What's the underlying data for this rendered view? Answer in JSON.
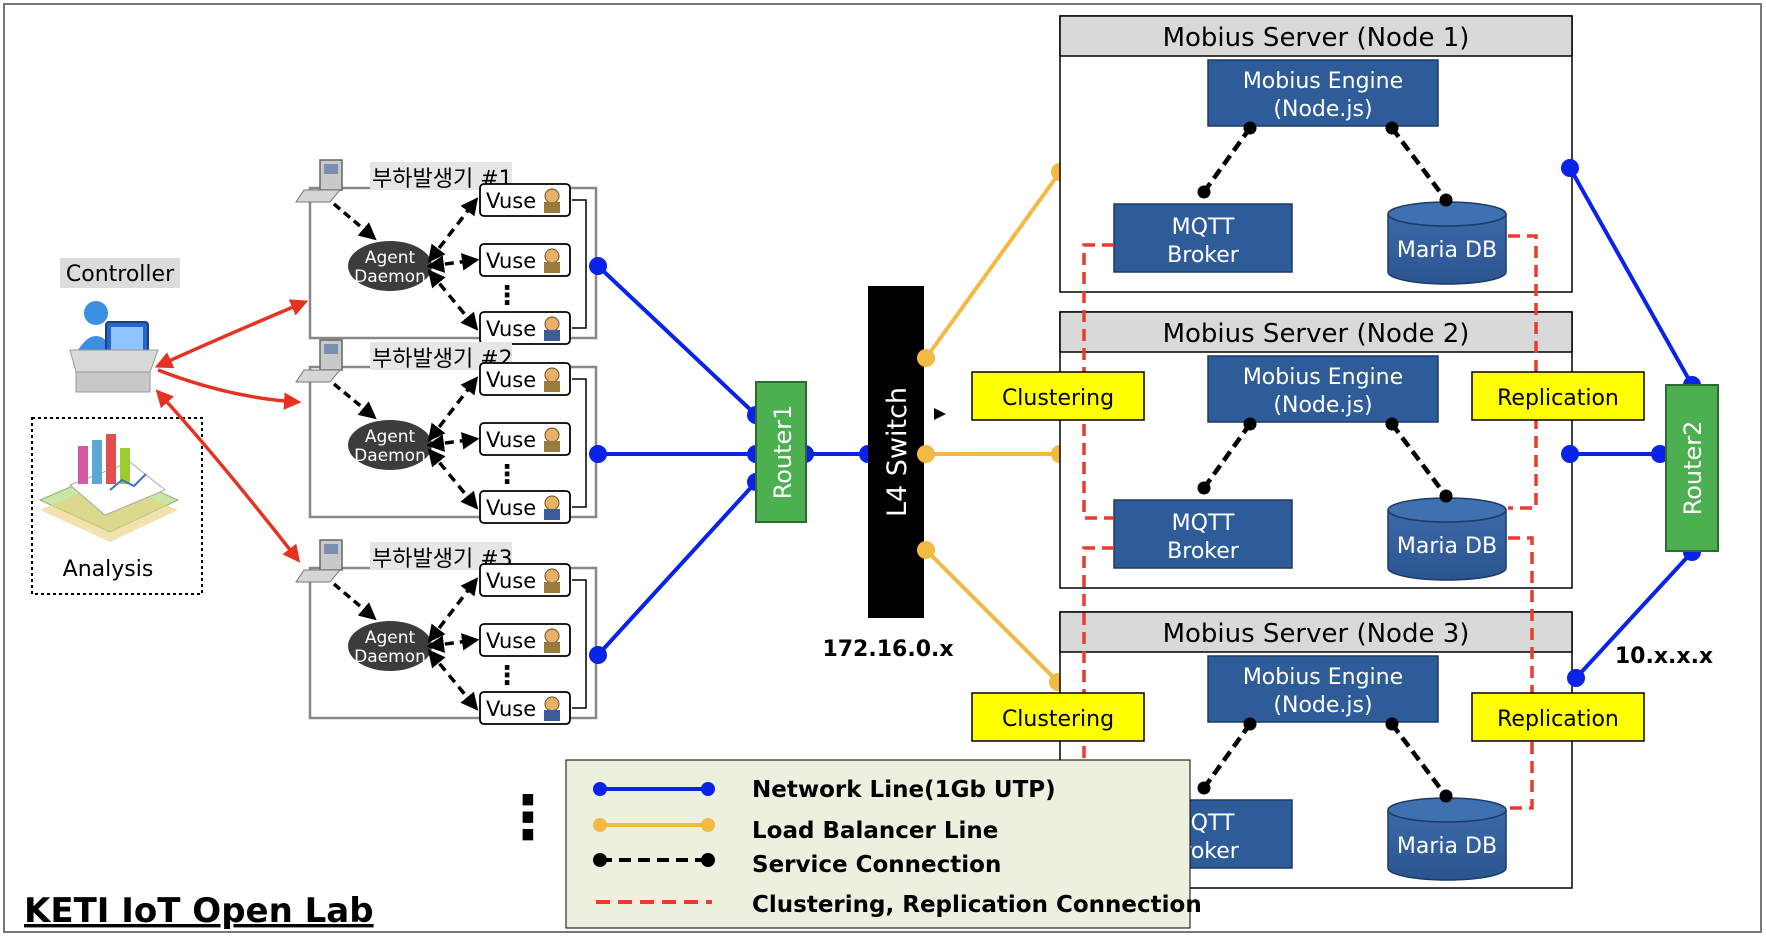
{
  "footer_title": "KETI IoT Open Lab",
  "controller": {
    "label": "Controller"
  },
  "analysis": {
    "label": "Analysis"
  },
  "generators": [
    {
      "title": "부하발생기 #1",
      "agent_line1": "Agent",
      "agent_line2": "Daemon",
      "vusers": [
        "Vuse",
        "Vuse",
        "Vuse"
      ],
      "ellipsis": "⋮"
    },
    {
      "title": "부하발생기 #2",
      "agent_line1": "Agent",
      "agent_line2": "Daemon",
      "vusers": [
        "Vuse",
        "Vuse",
        "Vuse"
      ],
      "ellipsis": "⋮"
    },
    {
      "title": "부하발생기 #3",
      "agent_line1": "Agent",
      "agent_line2": "Daemon",
      "vusers": [
        "Vuse",
        "Vuse",
        "Vuse"
      ],
      "ellipsis": "⋮"
    }
  ],
  "generators_more": "⋮",
  "router1": {
    "label": "Router1"
  },
  "router2": {
    "label": "Router2"
  },
  "switch": {
    "label": "L4  Switch",
    "address": "172.16.0.x"
  },
  "external_address": "10.x.x.x",
  "servers": [
    {
      "title": "Mobius Server (Node 1)",
      "engine_line1": "Mobius Engine",
      "engine_line2": "(Node.js)",
      "broker_line1": "MQTT",
      "broker_line2": "Broker",
      "db": "Maria DB"
    },
    {
      "title": "Mobius Server (Node 2)",
      "engine_line1": "Mobius Engine",
      "engine_line2": "(Node.js)",
      "broker_line1": "MQTT",
      "broker_line2": "Broker",
      "db": "Maria DB"
    },
    {
      "title": "Mobius Server (Node 3)",
      "engine_line1": "Mobius Engine",
      "engine_line2": "(Node.js)",
      "broker_line1": "MQTT",
      "broker_line2": "Broker",
      "db": "Maria DB"
    }
  ],
  "clustering_labels": [
    "Clustering",
    "Clustering"
  ],
  "replication_labels": [
    "Replication",
    "Replication"
  ],
  "legend": {
    "network": "Network Line(1Gb UTP)",
    "load_balancer": "Load Balancer Line",
    "service": "Service Connection",
    "clustering": "Clustering, Replication Connection"
  },
  "colors": {
    "network": "#0a23e8",
    "load_balancer": "#f4b942",
    "service": "#000000",
    "clustering": "#ee3a2c",
    "red_arrow": "#e63222",
    "server_block": "#2e5c99",
    "router": "#4caf50",
    "callout": "#ffff00",
    "legend_bg": "#ebf1de"
  }
}
